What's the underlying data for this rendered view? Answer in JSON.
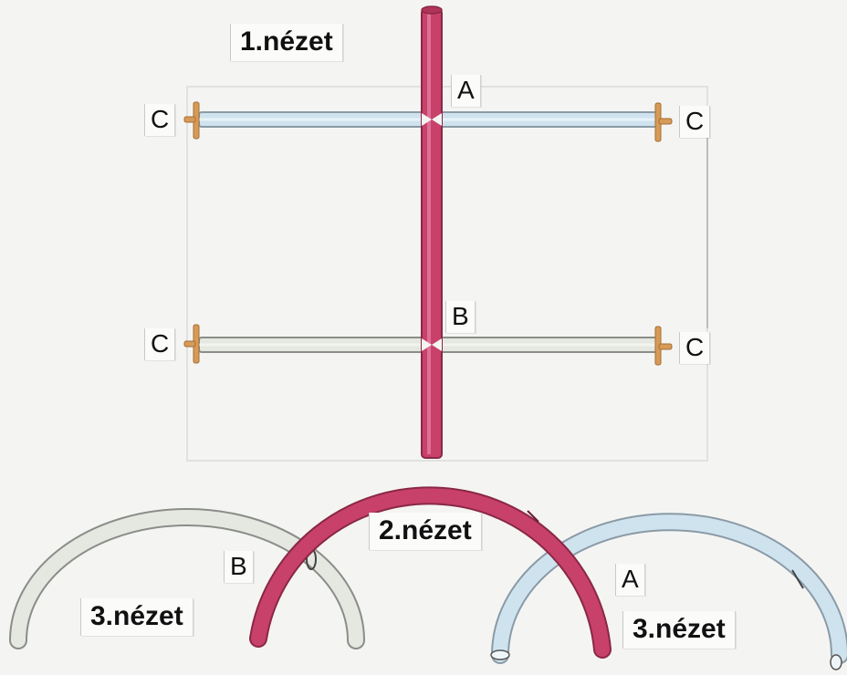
{
  "views": {
    "view1": "1.nézet",
    "view2": "2.nézet",
    "view3_left": "3.nézet",
    "view3_right": "3.nézet"
  },
  "points": {
    "a_top": "A",
    "b_mid": "B",
    "b_arc": "B",
    "a_arc": "A",
    "c_top_left": "C",
    "c_top_right": "C",
    "c_bot_left": "C",
    "c_bot_right": "C"
  },
  "colors": {
    "main_rod": "#c8416a",
    "upper_arm": "#cfe3ef",
    "lower_arm": "#e4e8e1",
    "joint": "#d79a57"
  }
}
